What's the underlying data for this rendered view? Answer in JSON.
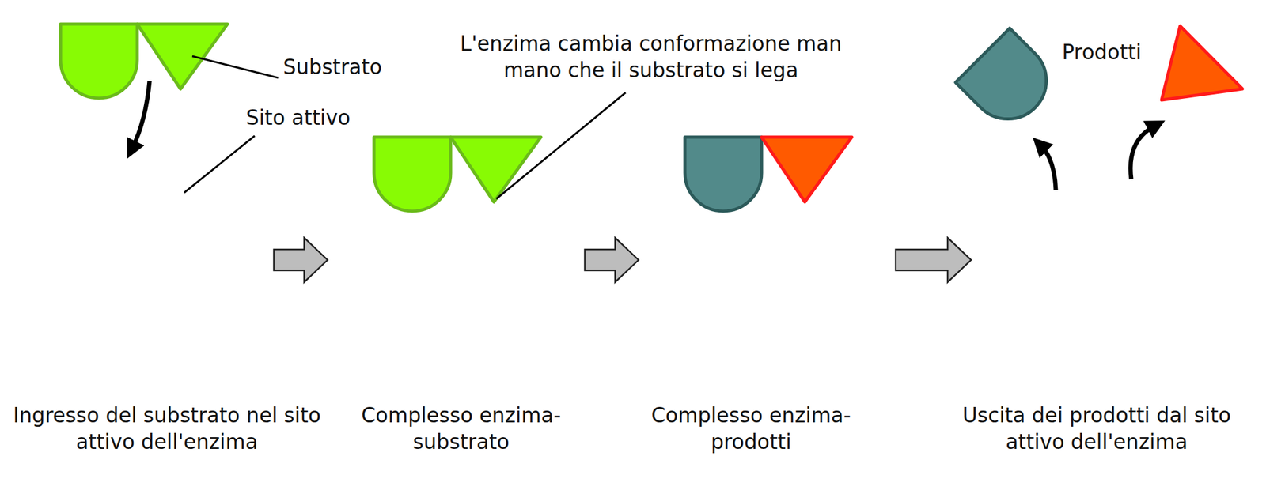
{
  "diagram": {
    "nodes": [
      {
        "text": [
          "Ingresso del substrato nel sito attivo dell'enzima"
        ]
      },
      {
        "text": [
          "Complesso enzima-substrato"
        ]
      },
      {
        "text": [
          "Complesso enzima-prodotti"
        ]
      },
      {
        "text": [
          "Uscita dei prodotti dal sito attivo dell'enzima"
        ]
      }
    ],
    "edges": [
      {
        "from": 0,
        "to": 1,
        "arrow": "to"
      },
      {
        "from": 1,
        "to": 2,
        "arrow": "to"
      },
      {
        "from": 2,
        "to": 3,
        "arrow": "to"
      }
    ],
    "labels": [
      "Substrato",
      "Sito attivo",
      "L'enzima cambia conformazione man mano che il substrato si lega",
      "Prodotti"
    ]
  }
}
